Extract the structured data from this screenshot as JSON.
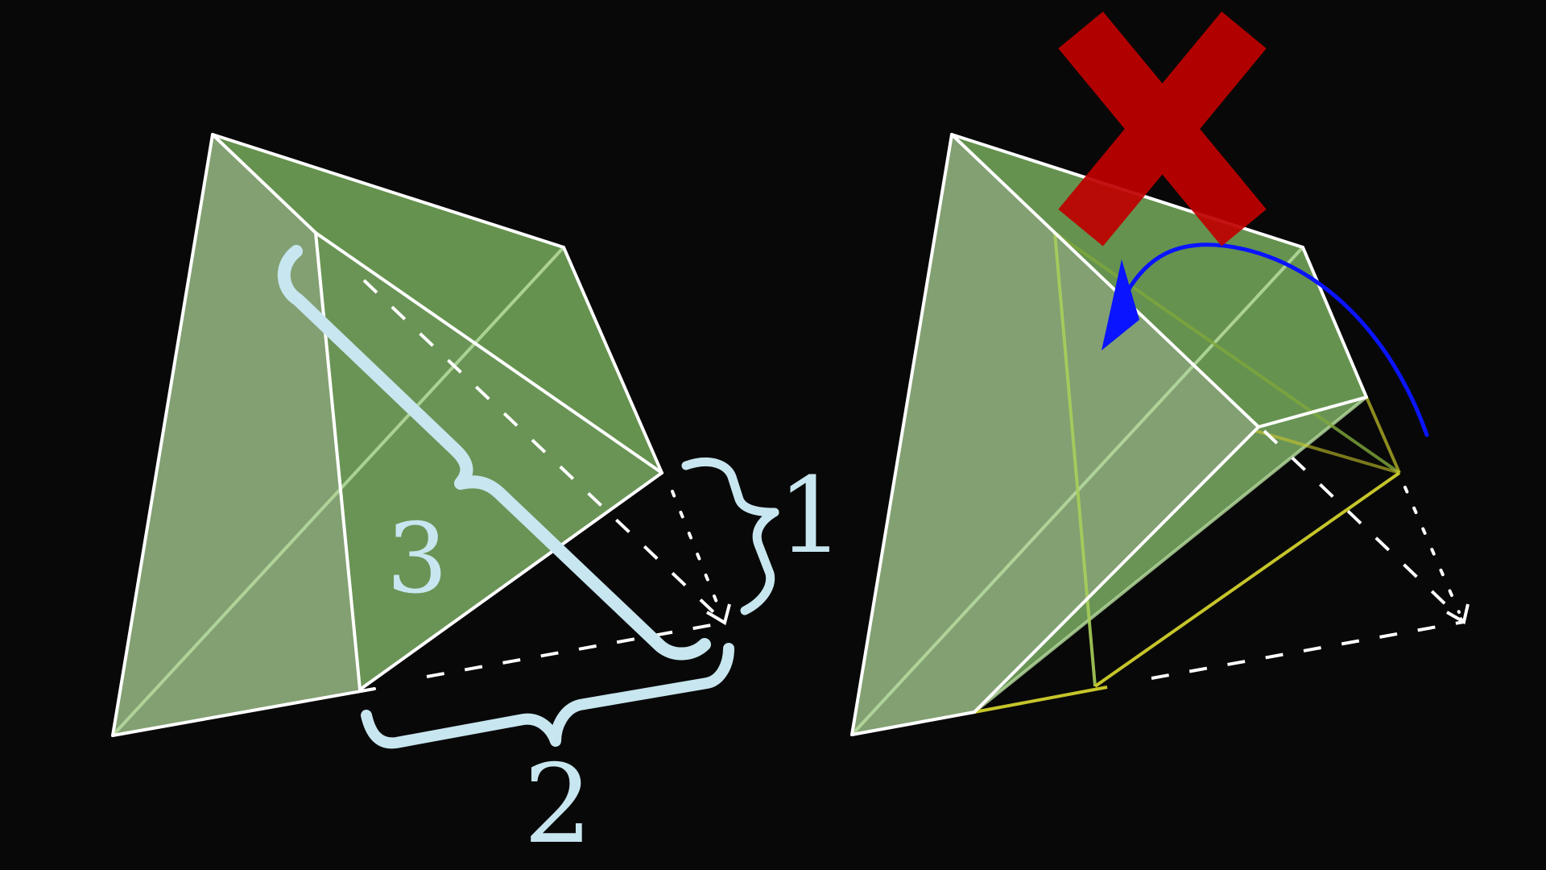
{
  "labels": {
    "brace_diagonal": "3",
    "brace_bottom": "2",
    "brace_right": "1"
  },
  "icons": {
    "reject_mark": "red-x-icon",
    "rotation_arrow": "curved-arrow-icon"
  },
  "colors": {
    "background": "#080808",
    "face_light": "#8dae7c",
    "face_dark": "#6a9a53",
    "edge": "#ffffff",
    "inner_edge": "#b8dca0",
    "folded_edge": "#c6c52a",
    "brace": "#c8e6f0",
    "reject": "#c00000",
    "arrow": "#0a14ff"
  }
}
